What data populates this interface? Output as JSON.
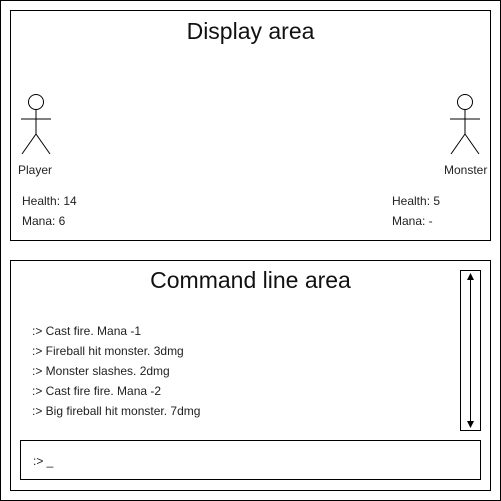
{
  "display": {
    "title": "Display area",
    "player": {
      "label": "Player",
      "health": "Health: 14",
      "mana": "Mana: 6"
    },
    "monster": {
      "label": "Monster",
      "health": "Health: 5",
      "mana": "Mana: -"
    }
  },
  "command": {
    "title": "Command line area",
    "log": [
      ":> Cast fire. Mana -1",
      ":> Fireball hit monster. 3dmg",
      ":> Monster slashes. 2dmg",
      ":> Cast fire fire. Mana -2",
      ":> Big fireball hit monster. 7dmg"
    ],
    "input": ":> _"
  }
}
